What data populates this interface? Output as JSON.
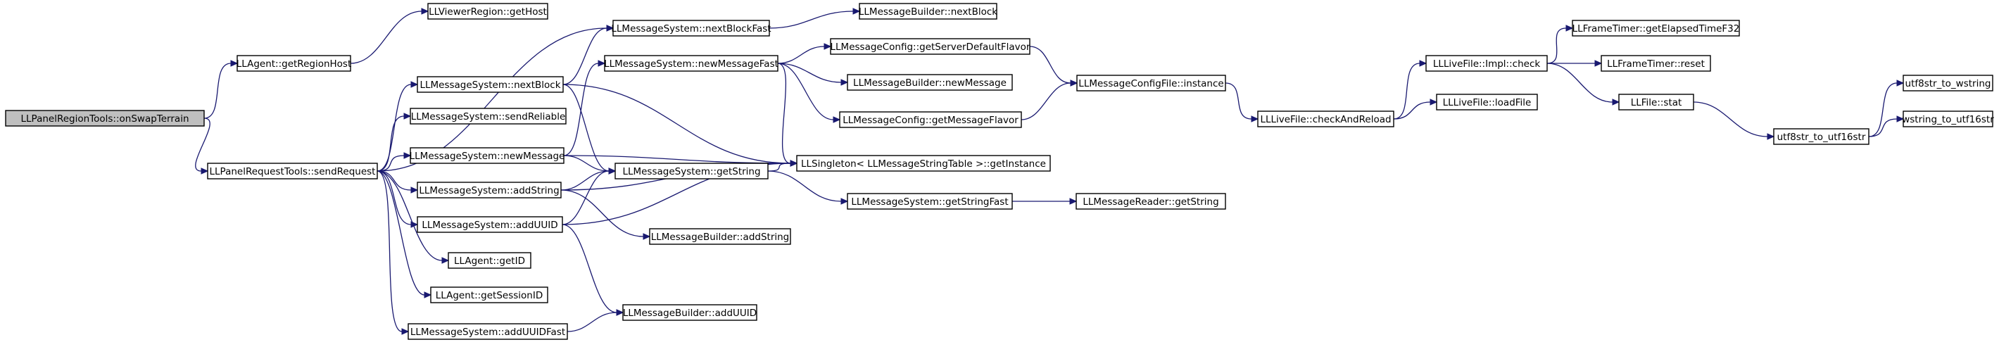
{
  "nodes": [
    {
      "id": "root",
      "label": "LLPanelRegionTools::onSwapTerrain",
      "root": true
    },
    {
      "id": "getRegionHost",
      "label": "LLAgent::getRegionHost"
    },
    {
      "id": "sendRequest",
      "label": "LLPanelRequestTools::sendRequest"
    },
    {
      "id": "getHost",
      "label": "LLViewerRegion::getHost"
    },
    {
      "id": "nextBlockFast",
      "label": "LLMessageSystem::nextBlockFast"
    },
    {
      "id": "nextBlock",
      "label": "LLMessageSystem::nextBlock"
    },
    {
      "id": "sendReliable",
      "label": "LLMessageSystem::sendReliable"
    },
    {
      "id": "newMessage",
      "label": "LLMessageSystem::newMessage"
    },
    {
      "id": "addString",
      "label": "LLMessageSystem::addString"
    },
    {
      "id": "addUUID",
      "label": "LLMessageSystem::addUUID"
    },
    {
      "id": "getID",
      "label": "LLAgent::getID"
    },
    {
      "id": "getSessionID",
      "label": "LLAgent::getSessionID"
    },
    {
      "id": "addUUIDFast",
      "label": "LLMessageSystem::addUUIDFast"
    },
    {
      "id": "builderNextBlock",
      "label": "LLMessageBuilder::nextBlock"
    },
    {
      "id": "newMessageFast",
      "label": "LLMessageSystem::newMessageFast"
    },
    {
      "id": "getString",
      "label": "LLMessageSystem::getString"
    },
    {
      "id": "builderAddString",
      "label": "LLMessageBuilder::addString"
    },
    {
      "id": "builderAddUUID",
      "label": "LLMessageBuilder::addUUID"
    },
    {
      "id": "getServerDefaultFlavor",
      "label": "LLMessageConfig::getServerDefaultFlavor"
    },
    {
      "id": "builderNewMessage",
      "label": "LLMessageBuilder::newMessage"
    },
    {
      "id": "getMessageFlavor",
      "label": "LLMessageConfig::getMessageFlavor"
    },
    {
      "id": "singleton",
      "label": "LLSingleton< LLMessageStringTable >::getInstance"
    },
    {
      "id": "getStringFast",
      "label": "LLMessageSystem::getStringFast"
    },
    {
      "id": "configInstance",
      "label": "LLMessageConfigFile::instance"
    },
    {
      "id": "readerGetString",
      "label": "LLMessageReader::getString"
    },
    {
      "id": "checkAndReload",
      "label": "LLLiveFile::checkAndReload"
    },
    {
      "id": "implCheck",
      "label": "LLLiveFile::Impl::check"
    },
    {
      "id": "loadFile",
      "label": "LLLiveFile::loadFile"
    },
    {
      "id": "elapsedTime",
      "label": "LLFrameTimer::getElapsedTimeF32"
    },
    {
      "id": "timerReset",
      "label": "LLFrameTimer::reset"
    },
    {
      "id": "fileStat",
      "label": "LLFile::stat"
    },
    {
      "id": "utf8ToUtf16",
      "label": "utf8str_to_utf16str"
    },
    {
      "id": "utf8ToWstring",
      "label": "utf8str_to_wstring"
    },
    {
      "id": "wstringToUtf16",
      "label": "wstring_to_utf16str"
    }
  ],
  "edges": [
    [
      "root",
      "getRegionHost"
    ],
    [
      "root",
      "sendRequest"
    ],
    [
      "getRegionHost",
      "getHost"
    ],
    [
      "sendRequest",
      "nextBlockFast"
    ],
    [
      "sendRequest",
      "nextBlock"
    ],
    [
      "sendRequest",
      "sendReliable"
    ],
    [
      "sendRequest",
      "newMessage"
    ],
    [
      "sendRequest",
      "addString"
    ],
    [
      "sendRequest",
      "addUUID"
    ],
    [
      "sendRequest",
      "getID"
    ],
    [
      "sendRequest",
      "getSessionID"
    ],
    [
      "sendRequest",
      "addUUIDFast"
    ],
    [
      "nextBlockFast",
      "builderNextBlock"
    ],
    [
      "nextBlock",
      "nextBlockFast"
    ],
    [
      "nextBlock",
      "getString"
    ],
    [
      "nextBlock",
      "singleton"
    ],
    [
      "newMessage",
      "newMessageFast"
    ],
    [
      "newMessage",
      "getString"
    ],
    [
      "newMessage",
      "singleton"
    ],
    [
      "addString",
      "getString"
    ],
    [
      "addString",
      "singleton"
    ],
    [
      "addString",
      "builderAddString"
    ],
    [
      "addUUID",
      "getString"
    ],
    [
      "addUUID",
      "singleton"
    ],
    [
      "addUUID",
      "builderAddUUID"
    ],
    [
      "addUUIDFast",
      "builderAddUUID"
    ],
    [
      "newMessageFast",
      "getServerDefaultFlavor"
    ],
    [
      "newMessageFast",
      "builderNewMessage"
    ],
    [
      "newMessageFast",
      "getMessageFlavor"
    ],
    [
      "newMessageFast",
      "singleton"
    ],
    [
      "getString",
      "singleton"
    ],
    [
      "getString",
      "getStringFast"
    ],
    [
      "getServerDefaultFlavor",
      "configInstance"
    ],
    [
      "getMessageFlavor",
      "configInstance"
    ],
    [
      "getStringFast",
      "readerGetString"
    ],
    [
      "configInstance",
      "checkAndReload"
    ],
    [
      "checkAndReload",
      "implCheck"
    ],
    [
      "checkAndReload",
      "loadFile"
    ],
    [
      "implCheck",
      "elapsedTime"
    ],
    [
      "implCheck",
      "timerReset"
    ],
    [
      "implCheck",
      "fileStat"
    ],
    [
      "fileStat",
      "utf8ToUtf16"
    ],
    [
      "utf8ToUtf16",
      "utf8ToWstring"
    ],
    [
      "utf8ToUtf16",
      "wstringToUtf16"
    ]
  ]
}
